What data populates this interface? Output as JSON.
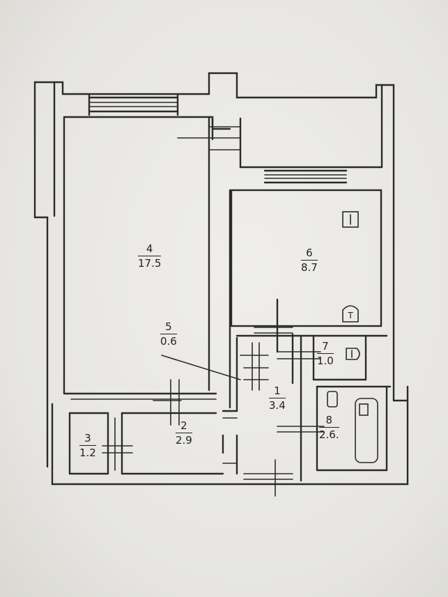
{
  "rooms": [
    {
      "number": "4",
      "area": "17.5"
    },
    {
      "number": "6",
      "area": "8.7"
    },
    {
      "number": "5",
      "area": "0.6"
    },
    {
      "number": "7",
      "area": "1.0"
    },
    {
      "number": "1",
      "area": "3.4"
    },
    {
      "number": "8",
      "area": "2.6."
    },
    {
      "number": "3",
      "area": "1.2"
    },
    {
      "number": "2",
      "area": "2.9"
    }
  ],
  "fixtures": {
    "stove_icon": "stove-icon",
    "toilet_mark": "T"
  }
}
